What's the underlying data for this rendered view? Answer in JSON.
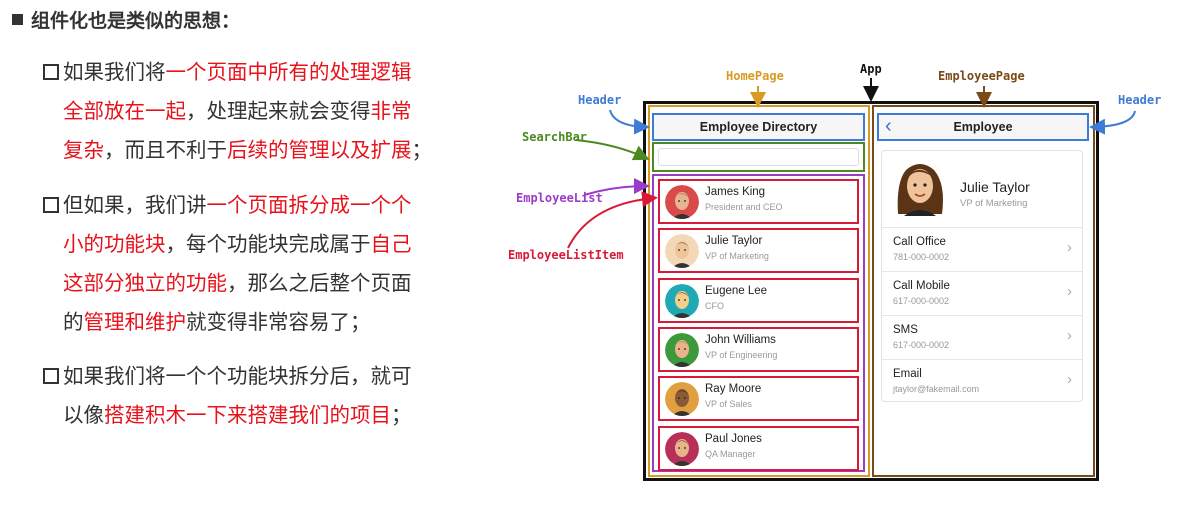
{
  "heading": "组件化也是类似的思想：",
  "bullets": [
    {
      "lines": [
        [
          {
            "t": "如果我们将",
            "red": false
          },
          {
            "t": "一个页面中所有的处理逻辑",
            "red": true
          }
        ],
        [
          {
            "t": "全部放在一起",
            "red": true
          },
          {
            "t": "，处理起来就会变得",
            "red": false
          },
          {
            "t": "非常",
            "red": true
          }
        ],
        [
          {
            "t": "复杂",
            "red": true
          },
          {
            "t": "，而且不利于",
            "red": false
          },
          {
            "t": "后续的管理以及扩展",
            "red": true
          },
          {
            "t": "；",
            "red": false
          }
        ]
      ]
    },
    {
      "lines": [
        [
          {
            "t": "但如果，我们讲",
            "red": false
          },
          {
            "t": "一个页面拆分成一个个",
            "red": true
          }
        ],
        [
          {
            "t": "小的功能块",
            "red": true
          },
          {
            "t": "，每个功能块完成属于",
            "red": false
          },
          {
            "t": "自己",
            "red": true
          }
        ],
        [
          {
            "t": "这部分独立的功能",
            "red": true
          },
          {
            "t": "，那么之后整个页面",
            "red": false
          }
        ],
        [
          {
            "t": "的",
            "red": false
          },
          {
            "t": "管理和维护",
            "red": true
          },
          {
            "t": "就变得非常容易了；",
            "red": false
          }
        ]
      ]
    },
    {
      "lines": [
        [
          {
            "t": "如果我们将一个个功能块拆分后，就可",
            "red": false
          }
        ],
        [
          {
            "t": "以像",
            "red": false
          },
          {
            "t": "搭建积木一下来搭建我们的项目",
            "red": true
          },
          {
            "t": "；",
            "red": false
          }
        ]
      ]
    }
  ],
  "annotations": {
    "app": "App",
    "homepage": "HomePage",
    "employeepage": "EmployeePage",
    "header_left": "Header",
    "header_right": "Header",
    "searchbar": "SearchBar",
    "employeelist": "EmployeeList",
    "employeelistitem": "EmployeeListItem"
  },
  "colors": {
    "app": "#111111",
    "homepage": "#d89a24",
    "employeepage": "#7b4a18",
    "header": "#3d7bd6",
    "searchbar": "#4a8a20",
    "employeelist": "#9b3cc8",
    "employeelistitem": "#d81a36",
    "highlight": "#e8121b"
  },
  "home": {
    "header_title": "Employee Directory",
    "employees": [
      {
        "name": "James King",
        "title": "President and CEO",
        "skin": "#e8b48f",
        "hair": "#8b5a2b",
        "bg": "#d94a4a"
      },
      {
        "name": "Julie Taylor",
        "title": "VP of Marketing",
        "skin": "#f0c49a",
        "hair": "#5a3414",
        "bg": "#f3d8b8"
      },
      {
        "name": "Eugene Lee",
        "title": "CFO",
        "skin": "#f3cf8a",
        "hair": "#1b1b1b",
        "bg": "#1fa9b5"
      },
      {
        "name": "John Williams",
        "title": "VP of Engineering",
        "skin": "#e9b48a",
        "hair": "#a06a38",
        "bg": "#3c9a3c"
      },
      {
        "name": "Ray Moore",
        "title": "VP of Sales",
        "skin": "#8a5a35",
        "hair": "#2a1a10",
        "bg": "#e0a040"
      },
      {
        "name": "Paul Jones",
        "title": "QA Manager",
        "skin": "#e9b48a",
        "hair": "#3a2414",
        "bg": "#b8305a"
      }
    ]
  },
  "employee": {
    "header_back_icon": "chevron-left-icon",
    "header_title": "Employee",
    "name": "Julie Taylor",
    "title": "VP of Marketing",
    "actions": [
      {
        "label": "Call Office",
        "value": "781-000-0002"
      },
      {
        "label": "Call Mobile",
        "value": "617-000-0002"
      },
      {
        "label": "SMS",
        "value": "617-000-0002"
      },
      {
        "label": "Email",
        "value": "jtaylor@fakemail.com"
      }
    ]
  }
}
